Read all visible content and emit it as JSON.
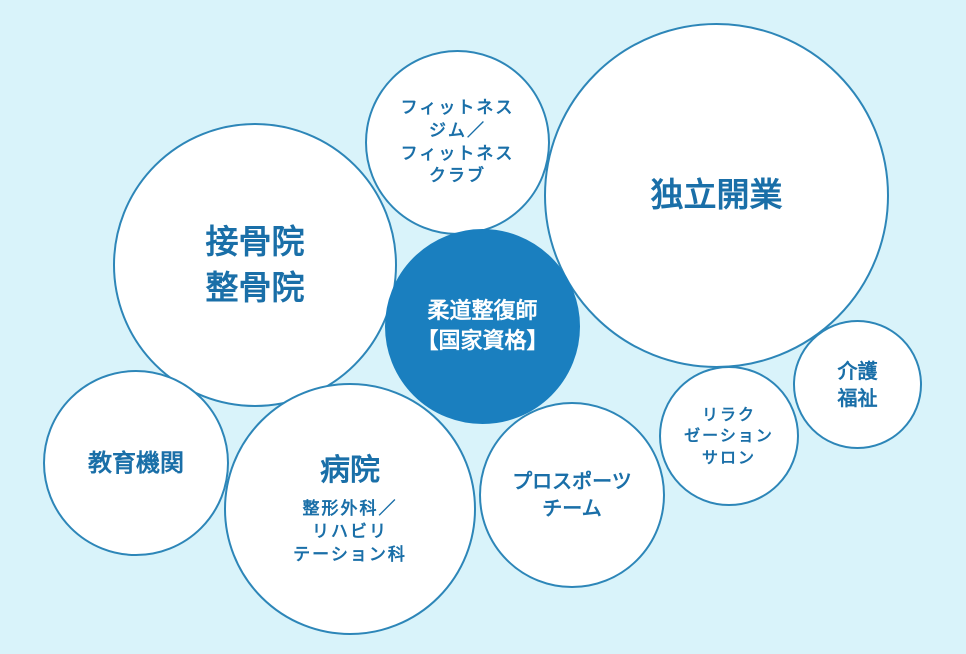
{
  "center": {
    "line1": "柔道整復師",
    "line2": "【国家資格】"
  },
  "bubbles": {
    "fitness": [
      "フィットネス",
      "ジム／",
      "フィットネス",
      "クラブ"
    ],
    "independent": [
      "独立開業"
    ],
    "sekkotsuin": [
      "接骨院",
      "整骨院"
    ],
    "care": [
      "介護",
      "福祉"
    ],
    "relaxation": [
      "リラク",
      "ゼーション",
      "サロン"
    ],
    "education": [
      "教育機関"
    ],
    "hospital": {
      "title": "病院",
      "sub": [
        "整形外科／",
        "リハビリ",
        "テーション科"
      ]
    },
    "prosports": [
      "プロスポーツ",
      "チーム"
    ]
  }
}
